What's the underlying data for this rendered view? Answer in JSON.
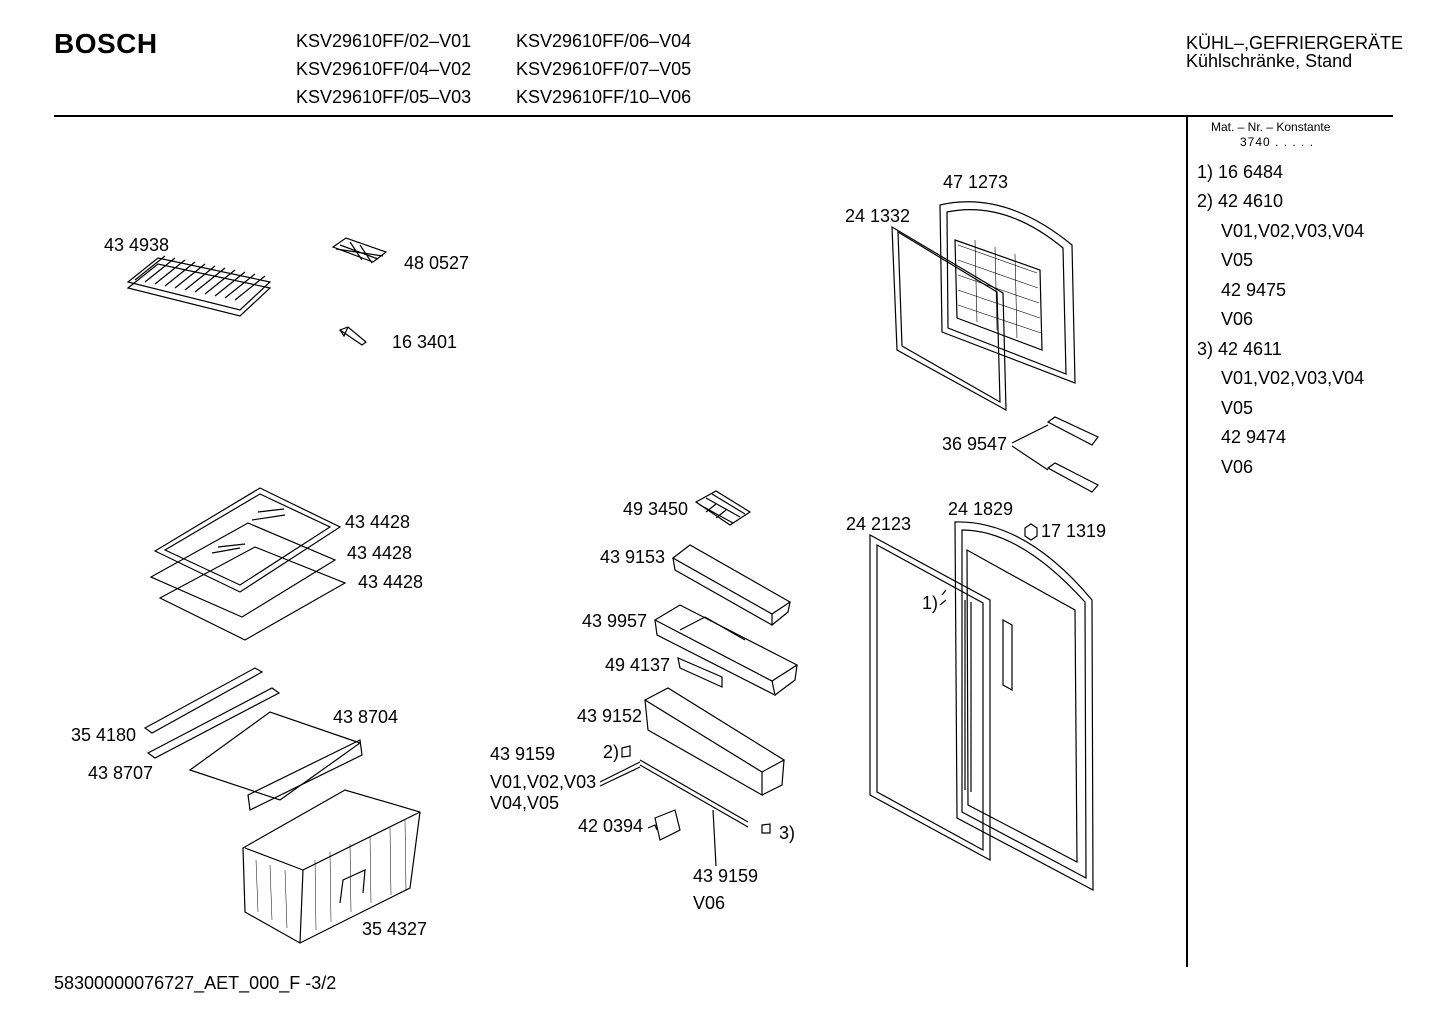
{
  "header": {
    "brand": "BOSCH",
    "models": [
      "KSV29610FF/02–V01",
      "KSV29610FF/04–V02",
      "KSV29610FF/05–V03",
      "KSV29610FF/06–V04",
      "KSV29610FF/07–V05",
      "KSV29610FF/10–V06"
    ],
    "category_line1": "KÜHL–,GEFRIERGERÄTE",
    "category_line2": "Kühlschränke, Stand"
  },
  "sidebar": {
    "mat_title": "Mat. – Nr. – Konstante",
    "mat_value": "3740 . . . . .",
    "entries": [
      "1)  16 6484",
      "2)  42 4610",
      "V01,V02,V03,V04",
      "V05",
      "42 9475",
      "V06",
      "3)  42 4611",
      "V01,V02,V03,V04",
      "V05",
      "42 9474",
      "V06"
    ]
  },
  "parts": [
    "43 4938",
    "48 0527",
    "16 3401",
    "47 1273",
    "24 1332",
    "36 9547",
    "43 4428",
    "43 4428",
    "43 4428",
    "49 3450",
    "43 9153",
    "43 9957",
    "49 4137",
    "43 9152",
    "43 9159",
    "2)",
    "V01,V02,V03",
    "V04,V05",
    "42 0394",
    "3)",
    "43 9159",
    "V06",
    "24 2123",
    "24 1829",
    "17 1319",
    "1)",
    "35 4180",
    "43 8704",
    "43 8707",
    "35 4327"
  ],
  "footer": {
    "doc_id": "58300000076727_AET_000_F  -3/2"
  }
}
